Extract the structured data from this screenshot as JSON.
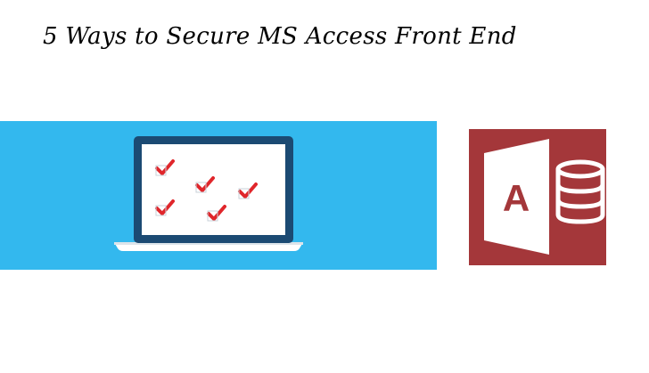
{
  "title": "5 Ways to Secure MS Access Front End",
  "illustration": {
    "name": "laptop-checklist-illustration",
    "background_color": "#33B8EE",
    "frame_color": "#1B4A73",
    "check_color": "#E0262B",
    "check_count": 5
  },
  "logo": {
    "name": "ms-access-logo",
    "letter": "A",
    "background_color": "#A4373A"
  }
}
